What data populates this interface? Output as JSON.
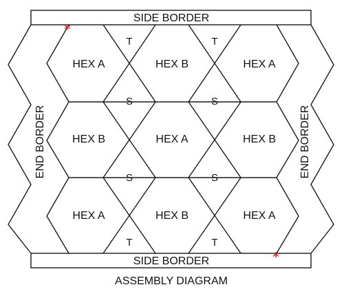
{
  "caption": "ASSEMBLY DIAGRAM",
  "side_border_top": "SIDE BORDER",
  "side_border_bottom": "SIDE BORDER",
  "end_border_left": "END BORDER",
  "end_border_right": "END BORDER",
  "hexes": [
    [
      "HEX A",
      "HEX B",
      "HEX A"
    ],
    [
      "HEX B",
      "HEX A",
      "HEX B"
    ],
    [
      "HEX A",
      "HEX B",
      "HEX A"
    ]
  ],
  "triangle_label": "T",
  "square_label": "S",
  "star_symbol": "*",
  "colors": {
    "line": "#1a1a1a",
    "star": "#e03030"
  }
}
